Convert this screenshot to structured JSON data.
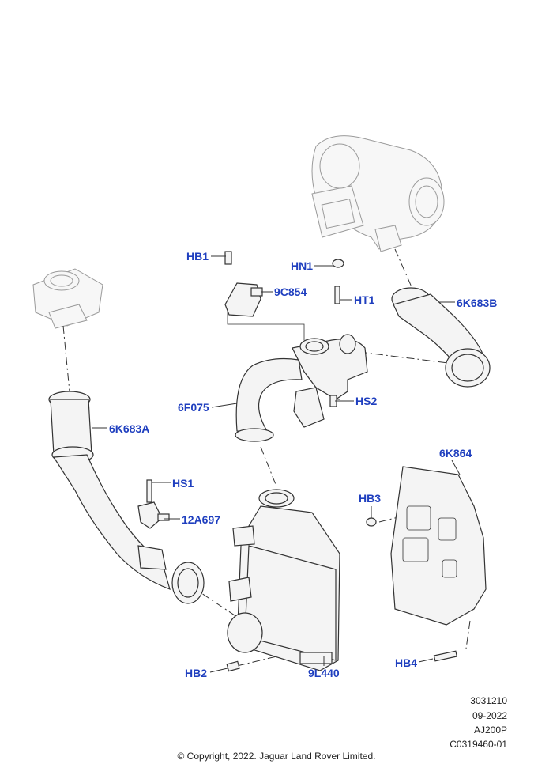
{
  "callouts": {
    "hb1": "HB1",
    "hn1": "HN1",
    "c9c854": "9C854",
    "ht1": "HT1",
    "c6k683b": "6K683B",
    "c6f075": "6F075",
    "hs2": "HS2",
    "c6k683a": "6K683A",
    "hs1": "HS1",
    "c12a697": "12A697",
    "c6k864": "6K864",
    "hb3": "HB3",
    "hb2": "HB2",
    "c9l440": "9L440",
    "hb4": "HB4"
  },
  "meta": {
    "line1": "3031210",
    "line2": "09-2022",
    "line3": "AJ200P",
    "line4": "C0319460-01"
  },
  "copyright": "© Copyright, 2022. Jaguar Land Rover Limited."
}
